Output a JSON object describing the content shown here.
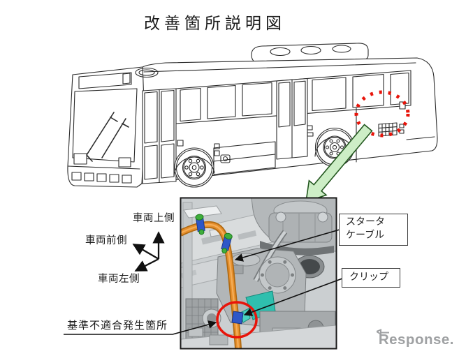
{
  "title": "改善箇所説明図",
  "orientation": {
    "up": "車両上側",
    "front": "車両前側",
    "left": "車両左側"
  },
  "callouts": {
    "starter_cable_line1": "スタータ",
    "starter_cable_line2": "ケーブル",
    "clip": "クリップ",
    "defect_location": "基準不適合発生箇所"
  },
  "watermark": "Response.",
  "colors": {
    "highlight_red": "#e8140a",
    "callout_arrow_green": "#cdeec6",
    "cable_orange": "#e68f2d",
    "clip_green": "#3fae3c",
    "clip_blue": "#2e57c8",
    "teal_part": "#2fbfae",
    "watermark_gray": "#9fa1a3"
  }
}
